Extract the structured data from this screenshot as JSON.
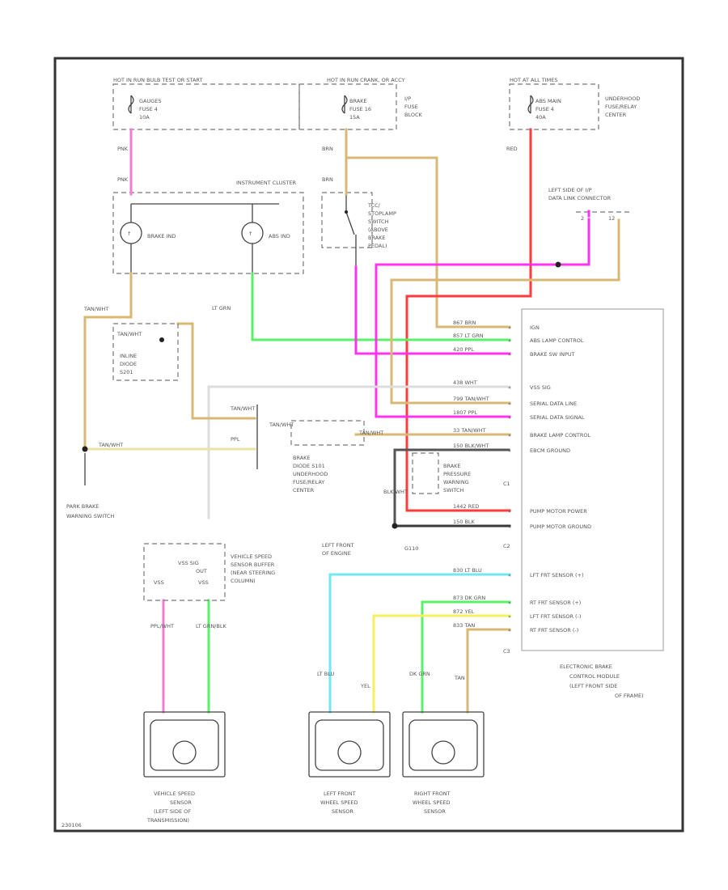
{
  "colors": {
    "pink": "#f07fd0",
    "magenta": "#ff33ee",
    "tan": "#d8b873",
    "red": "#ff3b3b",
    "green": "#58f268",
    "ltblue": "#6fe8f0",
    "yellow": "#f6f060",
    "black": "#3a3a3a",
    "gray": "#9a9a9a"
  },
  "fuse_blocks": {
    "left": {
      "title": "HOT IN RUN BULB TEST OR START",
      "fuse": [
        "GAUGES",
        "FUSE 4",
        "10A"
      ]
    },
    "center": {
      "title": "HOT IN RUN CRANK, OR ACCY",
      "fuse": [
        "BRAKE",
        "FUSE 16",
        "15A"
      ],
      "side": [
        "I/P",
        "FUSE",
        "BLOCK"
      ]
    },
    "right": {
      "title": "HOT AT ALL TIMES",
      "fuse": [
        "ABS MAIN",
        "FUSE 4",
        "40A"
      ],
      "side": [
        "UNDERHOOD",
        "FUSE/RELAY",
        "CENTER"
      ]
    }
  },
  "instrument_cluster": {
    "title": "INSTRUMENT CLUSTER",
    "bulbs": [
      "BRAKE IND",
      "ABS IND"
    ]
  },
  "stoplamp_switch": {
    "lines": [
      "TCC/",
      "STOPLAMP",
      "SWITCH",
      "(ABOVE",
      "BRAKE",
      "PEDAL)"
    ]
  },
  "dlc": {
    "lines": [
      "LEFT SIDE OF I/P",
      "DATA LINK CONNECTOR"
    ],
    "pins": [
      "2",
      "12"
    ]
  },
  "diode1": {
    "lines": [
      "INLINE",
      "DIODE",
      "S201"
    ]
  },
  "park_brake": {
    "lines": [
      "PARK BRAKE",
      "WARNING SWITCH"
    ]
  },
  "diode2": {
    "lines": [
      "BRAKE",
      "DIODE S101",
      "UNDERHOOD",
      "FUSE/RELAY",
      "CENTER"
    ]
  },
  "pressure_switch": {
    "lines": [
      "BRAKE",
      "PRESSURE",
      "WARNING",
      "SWITCH"
    ]
  },
  "ground": {
    "lines": [
      "LEFT FRONT",
      "OF ENGINE",
      "G110"
    ]
  },
  "vssb": {
    "lines": [
      "VEHICLE SPEED",
      "SENSOR BUFFER",
      "(NEAR STEERING",
      "COLUMN)"
    ],
    "pins": [
      "VSS SIG",
      "OUT",
      "VSS",
      "VSS"
    ]
  },
  "ebcm": {
    "labels": [
      "IGN",
      "ABS LAMP CONTROL",
      "BRAKE SW INPUT",
      "VSS SIG",
      "SERIAL DATA LINE",
      "SERIAL DATA SIGNAL",
      "BRAKE LAMP CONTROL",
      "EBCM GROUND",
      "PUMP MOTOR POWER",
      "PUMP MOTOR GROUND",
      "LFT FRT SENSOR (+)",
      "RT FRT SENSOR (+)",
      "LFT FRT SENSOR (-)",
      "RT FRT SENSOR (-)"
    ],
    "title": [
      "ELECTRONIC BRAKE",
      "CONTROL MODULE",
      "(LEFT FRONT SIDE",
      "OF FRAME)"
    ],
    "connectors": [
      "C1",
      "C2",
      "C3"
    ]
  },
  "sensors": {
    "vss": [
      "VEHICLE SPEED",
      "SENSOR",
      "(LEFT SIDE OF",
      "TRANSMISSION)"
    ],
    "left_wheel": [
      "LEFT FRONT",
      "WHEEL SPEED",
      "SENSOR"
    ],
    "right_wheel": [
      "RIGHT FRONT",
      "WHEEL SPEED",
      "SENSOR"
    ]
  },
  "wire_labels": {
    "w1": "PNK",
    "w2": "PNK",
    "w3": "BRN",
    "w4": "BRN",
    "w5": "RED",
    "w6": "TAN/WHT",
    "w7": "LT GRN",
    "w8": "TAN/WHT",
    "w9": "TAN/WHT",
    "w10": "TAN/WHT",
    "w11": "PPL",
    "w12": "TAN/WHT",
    "w13": "TAN/WHT",
    "w14": "BLK/WHT",
    "w15": "PPL/WHT",
    "w16": "LT GRN/BLK",
    "w17": "LT BLU",
    "w18": "YEL",
    "w19": "DK GRN",
    "w20": "TAN",
    "ebcm1": "867 BRN",
    "ebcm2": "857 LT GRN",
    "ebcm3": "420 PPL",
    "ebcm4": "438 WHT",
    "ebcm5": "799 TAN/WHT",
    "ebcm6": "1807 PPL",
    "ebcm7": "33 TAN/WHT",
    "ebcm8": "150 BLK/WHT",
    "ebcm9": "1442 RED",
    "ebcm10": "150 BLK",
    "ebcm11": "830 LT BLU",
    "ebcm12": "873 DK GRN",
    "ebcm13": "872 YEL",
    "ebcm14": "833 TAN"
  },
  "footer_code": "230106"
}
